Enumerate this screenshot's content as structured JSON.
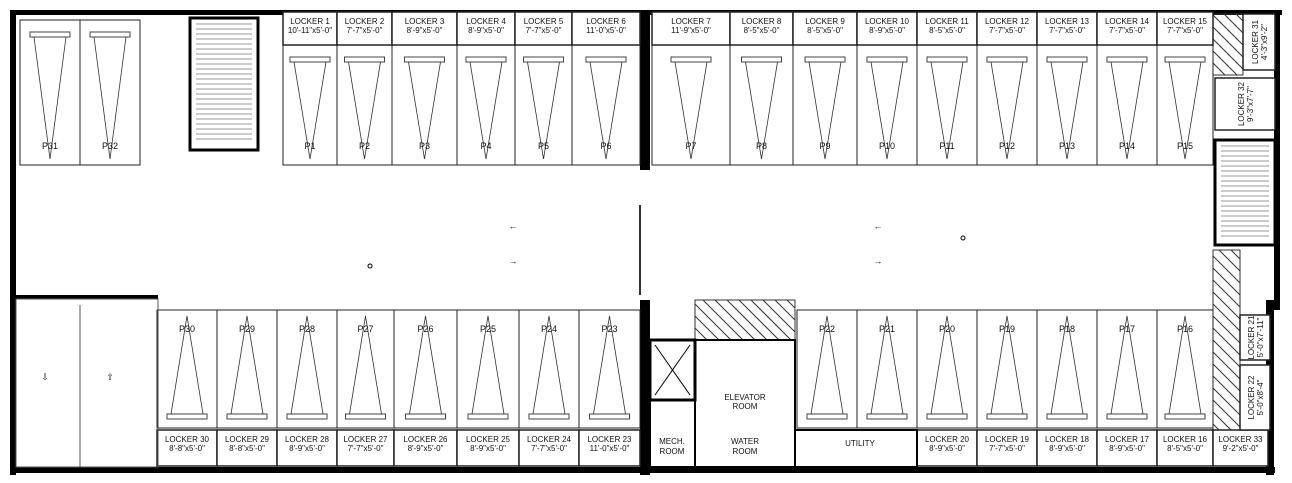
{
  "parking_top_left": [
    "P31",
    "P32"
  ],
  "parking_top": [
    "P1",
    "P2",
    "P3",
    "P4",
    "P5",
    "P6",
    "P7",
    "P8",
    "P9",
    "P10",
    "P11",
    "P12",
    "P13",
    "P14",
    "P15"
  ],
  "parking_bottom": [
    "P30",
    "P29",
    "P28",
    "P27",
    "P26",
    "P25",
    "P24",
    "P23",
    "P22",
    "P21",
    "P20",
    "P19",
    "P18",
    "P17",
    "P16"
  ],
  "lockers_top": [
    {
      "name": "LOCKER 1",
      "size": "10'-11\"x5'-0\""
    },
    {
      "name": "LOCKER 2",
      "size": "7'-7\"x5'-0\""
    },
    {
      "name": "LOCKER 3",
      "size": "8'-9\"x5'-0\""
    },
    {
      "name": "LOCKER 4",
      "size": "8'-9\"x5'-0\""
    },
    {
      "name": "LOCKER 5",
      "size": "7'-7\"x5'-0\""
    },
    {
      "name": "LOCKER 6",
      "size": "11'-0\"x5'-0\""
    },
    {
      "name": "LOCKER 7",
      "size": "11'-9\"x5'-0\""
    },
    {
      "name": "LOCKER 8",
      "size": "8'-5\"x5'-0\""
    },
    {
      "name": "LOCKER 9",
      "size": "8'-5\"x5'-0\""
    },
    {
      "name": "LOCKER 10",
      "size": "8'-9\"x5'-0\""
    },
    {
      "name": "LOCKER 11",
      "size": "8'-5\"x5'-0\""
    },
    {
      "name": "LOCKER 12",
      "size": "7'-7\"x5'-0\""
    },
    {
      "name": "LOCKER 13",
      "size": "7'-7\"x5'-0\""
    },
    {
      "name": "LOCKER 14",
      "size": "7'-7\"x5'-0\""
    },
    {
      "name": "LOCKER 15",
      "size": "7'-7\"x5'-0\""
    }
  ],
  "lockers_bottom": [
    {
      "name": "LOCKER 30",
      "size": "8'-8\"x5'-0\""
    },
    {
      "name": "LOCKER 29",
      "size": "8'-8\"x5'-0\""
    },
    {
      "name": "LOCKER 28",
      "size": "8'-9\"x5'-0\""
    },
    {
      "name": "LOCKER 27",
      "size": "7'-7\"x5'-0\""
    },
    {
      "name": "LOCKER 26",
      "size": "8'-9\"x5'-0\""
    },
    {
      "name": "LOCKER 25",
      "size": "8'-9\"x5'-0\""
    },
    {
      "name": "LOCKER 24",
      "size": "7'-7\"x5'-0\""
    },
    {
      "name": "LOCKER 23",
      "size": "11'-0\"x5'-0\""
    },
    {
      "name": "LOCKER 20",
      "size": "8'-9\"x5'-0\""
    },
    {
      "name": "LOCKER 19",
      "size": "7'-7\"x5'-0\""
    },
    {
      "name": "LOCKER 18",
      "size": "8'-9\"x5'-0\""
    },
    {
      "name": "LOCKER 17",
      "size": "8'-9\"x5'-0\""
    },
    {
      "name": "LOCKER 16",
      "size": "8'-5\"x5'-0\""
    },
    {
      "name": "LOCKER 33",
      "size": "9'-2\"x5'-0\""
    }
  ],
  "lockers_side": [
    {
      "name": "LOCKER 31",
      "size": "4'-3\"x9'-2\""
    },
    {
      "name": "LOCKER 32",
      "size": "9'-3\"x7'-7\""
    },
    {
      "name": "LOCKER 21",
      "size": "5'-0\"x7'-11\""
    },
    {
      "name": "LOCKER 22",
      "size": "5'-0\"x8'-4\""
    }
  ],
  "rooms": {
    "elevator": [
      "ELEVATOR",
      "ROOM"
    ],
    "water": [
      "WATER",
      "ROOM"
    ],
    "mech": [
      "MECH.",
      "ROOM"
    ],
    "utility": "UTILITY"
  },
  "arrows": {
    "left": "←",
    "right": "→",
    "down": "⇩",
    "up": "⇧"
  }
}
